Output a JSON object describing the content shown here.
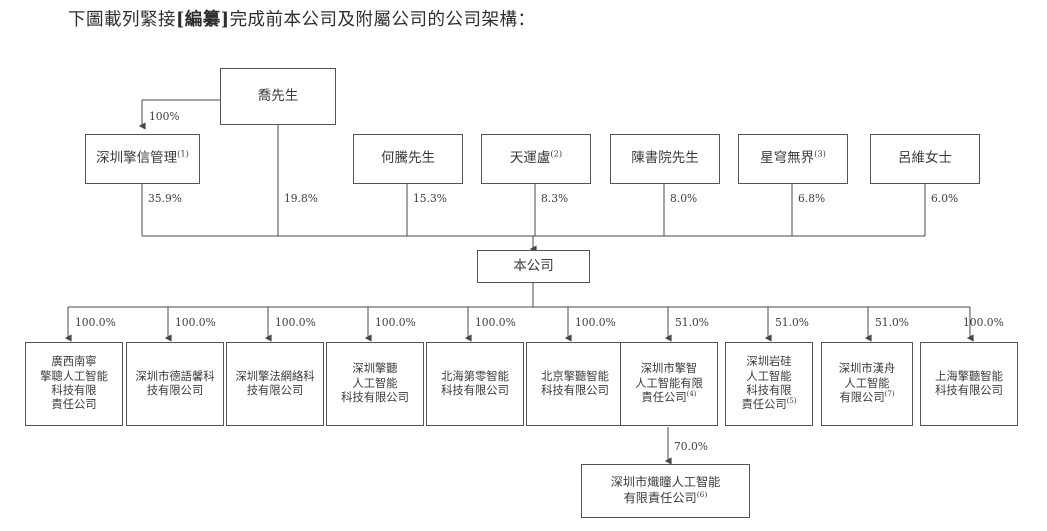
{
  "title": {
    "prefix": "下圖載列緊接",
    "bold": "[編纂]",
    "suffix": "完成前本公司及附屬公司的公司架構："
  },
  "colors": {
    "border": "#555454",
    "text": "#3b3b3b",
    "line": "#4a4846",
    "background": "#ffffff"
  },
  "controller": {
    "label": "喬先生"
  },
  "holdco": {
    "label": "深圳擎信管理",
    "note": "(1)",
    "from_controller_pct": "100%"
  },
  "company": {
    "label": "本公司"
  },
  "shareholders": [
    {
      "name": "深圳擎信管理",
      "note": "(1)",
      "pct": "35.9%"
    },
    {
      "name": "喬先生",
      "note": "",
      "pct": "19.8%"
    },
    {
      "name": "何騰先生",
      "note": "",
      "pct": "15.3%"
    },
    {
      "name": "天運盧",
      "note": "(2)",
      "pct": "8.3%"
    },
    {
      "name": "陳書院先生",
      "note": "",
      "pct": "8.0%"
    },
    {
      "name": "星穹無界",
      "note": "(3)",
      "pct": "6.8%"
    },
    {
      "name": "呂維女士",
      "note": "",
      "pct": "6.0%"
    }
  ],
  "subsidiaries": [
    {
      "label": "廣西南寧\n擎聰人工智能\n科技有限\n責任公司",
      "note": "",
      "pct": "100.0%"
    },
    {
      "label": "深圳市德語馨科\n技有限公司",
      "note": "",
      "pct": "100.0%"
    },
    {
      "label": "深圳擎法網絡科\n技有限公司",
      "note": "",
      "pct": "100.0%"
    },
    {
      "label": "深圳擎聽\n人工智能\n科技有限公司",
      "note": "",
      "pct": "100.0%"
    },
    {
      "label": "北海第零智能\n科技有限公司",
      "note": "",
      "pct": "100.0%"
    },
    {
      "label": "北京擎聽智能\n科技有限公司",
      "note": "",
      "pct": "100.0%"
    },
    {
      "label": "深圳市擎智\n人工智能有限\n責任公司",
      "note": "(4)",
      "pct": "51.0%"
    },
    {
      "label": "深圳岩硅\n人工智能\n科技有限\n責任公司",
      "note": "(5)",
      "pct": "51.0%"
    },
    {
      "label": "深圳市漢舟\n人工智能\n有限公司",
      "note": "(7)",
      "pct": "51.0%"
    },
    {
      "label": "上海擎聽智能\n科技有限公司",
      "note": "",
      "pct": "100.0%"
    }
  ],
  "grandchild": {
    "label": "深圳市熾瞳人工智能\n有限責任公司",
    "note": "(6)",
    "pct": "70.0%",
    "parent_index": 6
  }
}
